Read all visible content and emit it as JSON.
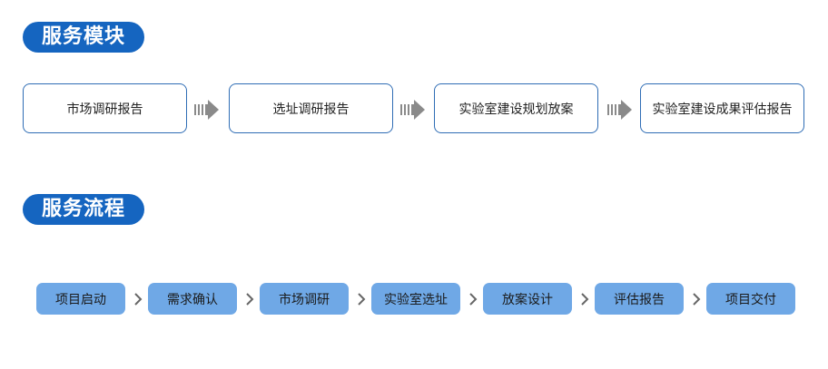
{
  "sections": {
    "modules": {
      "title": "服务模块",
      "items": [
        "市场调研报告",
        "选址调研报告",
        "实验室建设规划放案",
        "实验室建设成果评估报告"
      ]
    },
    "process": {
      "title": "服务流程",
      "steps": [
        "项目启动",
        "需求确认",
        "市场调研",
        "实验室选址",
        "放案设计",
        "评估报告",
        "项目交付"
      ]
    }
  },
  "icons": {
    "module_connector": "striped-arrow-right-icon",
    "step_connector": "chevron-right-icon"
  },
  "colors": {
    "title_pill": "#1565c0",
    "module_border": "#2f6db5",
    "module_arrow": "#8a8a8a",
    "step_fill": "#6fa8e6",
    "step_chevron": "#666666"
  }
}
